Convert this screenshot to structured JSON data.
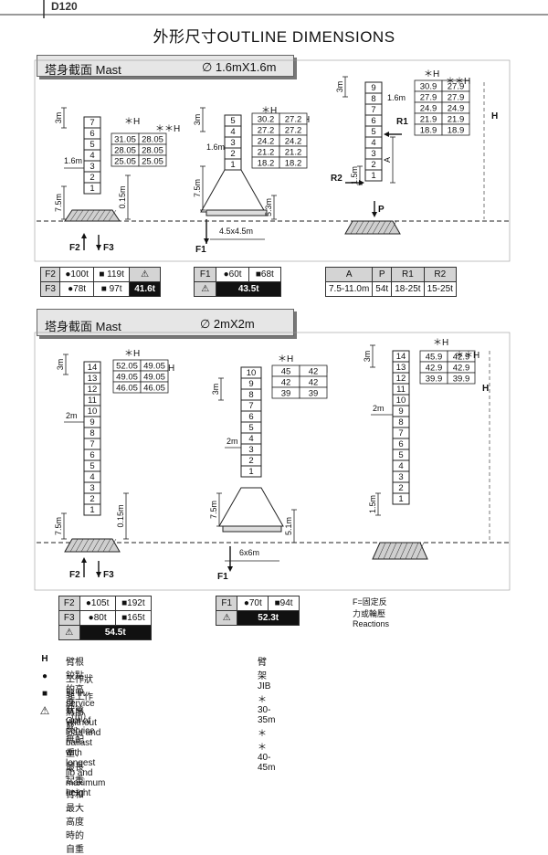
{
  "header": {
    "model": "D120",
    "title": "外形尺寸OUTLINE DIMENSIONS"
  },
  "section1": {
    "label": "塔身截面  Mast",
    "size": "∅  1.6mX1.6m",
    "common": {
      "H": "H",
      "star_H": "＊H",
      "dstar_H": "＊＊H",
      "m3": "3m",
      "m7_5": "7.5m",
      "m1_6": "1.6m",
      "m0_15": "0.15m"
    },
    "d1": {
      "segments": [
        "7",
        "6",
        "5",
        "4",
        "3",
        "2",
        "1"
      ],
      "heights": [
        [
          "31.05",
          "28.05"
        ],
        [
          "28.05",
          "28.05"
        ],
        [
          "25.05",
          "25.05"
        ]
      ],
      "forces": [
        "F2",
        "F3"
      ]
    },
    "d2": {
      "segments": [
        "5",
        "4",
        "3",
        "2",
        "1"
      ],
      "heights": [
        [
          "30.2",
          "27.2"
        ],
        [
          "27.2",
          "27.2"
        ],
        [
          "24.2",
          "24.2"
        ],
        [
          "21.2",
          "21.2"
        ],
        [
          "18.2",
          "18.2"
        ]
      ],
      "base": "4.5x4.5m",
      "m5_3": "5.3m",
      "force": "F1"
    },
    "d3": {
      "segments": [
        "9",
        "8",
        "7",
        "6",
        "5",
        "4",
        "3",
        "2",
        "1"
      ],
      "heights": [
        [
          "30.9",
          "27.9"
        ],
        [
          "27.9",
          "27.9"
        ],
        [
          "24.9",
          "24.9"
        ],
        [
          "21.9",
          "21.9"
        ],
        [
          "18.9",
          "18.9"
        ]
      ],
      "m1_5": "1.5m",
      "labels": {
        "R1": "R1",
        "R2": "R2",
        "A": "A",
        "P": "P"
      }
    },
    "table1": {
      "rows": [
        [
          "F2",
          "●100t",
          "■ 119t"
        ],
        [
          "F3",
          "●78t",
          "■ 97t"
        ]
      ],
      "total": "41.6t"
    },
    "table2": {
      "row": [
        "F1",
        "●60t",
        "■68t"
      ],
      "total": "43.5t"
    },
    "table3": {
      "headers": [
        "A",
        "P",
        "R1",
        "R2"
      ],
      "values": [
        "7.5-11.0m",
        "54t",
        "18-25t",
        "15-25t"
      ]
    }
  },
  "section2": {
    "label": "塔身截面  Mast",
    "size": "∅  2mX2m",
    "d1": {
      "segments": [
        "14",
        "13",
        "12",
        "11",
        "10",
        "9",
        "8",
        "7",
        "6",
        "5",
        "4",
        "3",
        "2",
        "1"
      ],
      "heights": [
        [
          "52.05",
          "49.05"
        ],
        [
          "49.05",
          "49.05"
        ],
        [
          "46.05",
          "46.05"
        ]
      ],
      "m2": "2m",
      "forces": [
        "F2",
        "F3"
      ]
    },
    "d2": {
      "segments": [
        "10",
        "9",
        "8",
        "7",
        "6",
        "5",
        "4",
        "3",
        "2",
        "1"
      ],
      "heights": [
        [
          "45",
          "42"
        ],
        [
          "42",
          "42"
        ],
        [
          "39",
          "39"
        ]
      ],
      "base": "6x6m",
      "m5_1": "5.1m",
      "force": "F1"
    },
    "d3": {
      "segments": [
        "14",
        "13",
        "12",
        "11",
        "10",
        "9",
        "8",
        "7",
        "6",
        "5",
        "4",
        "3",
        "2",
        "1"
      ],
      "heights": [
        [
          "45.9",
          "42.9"
        ],
        [
          "42.9",
          "42.9"
        ],
        [
          "39.9",
          "39.9"
        ]
      ]
    },
    "table1": {
      "rows": [
        [
          "F2",
          "●105t",
          "■192t"
        ],
        [
          "F3",
          "●80t",
          "■165t"
        ]
      ],
      "total": "54.5t"
    },
    "table2": {
      "row": [
        "F1",
        "●70t",
        "■94t"
      ],
      "total": "52.3t"
    },
    "reactions_note": "F=固定反力或輪壓  Reactions"
  },
  "legend": {
    "H_sym": "H",
    "H_text": "臂根鉸點的高度（m）",
    "jib_text": "臂架JIB   ＊30-35m   ＊＊40-45m",
    "service_sym": "●",
    "service_text": "工作狀態     In service",
    "out_sym": "■",
    "out_text": "非工作狀態     Out of service",
    "noload_zh": "無吊載、無配重、最長起重臂和最大高度時的自重",
    "noload_en": "Without load and ballast with longest jib and maximum height"
  }
}
